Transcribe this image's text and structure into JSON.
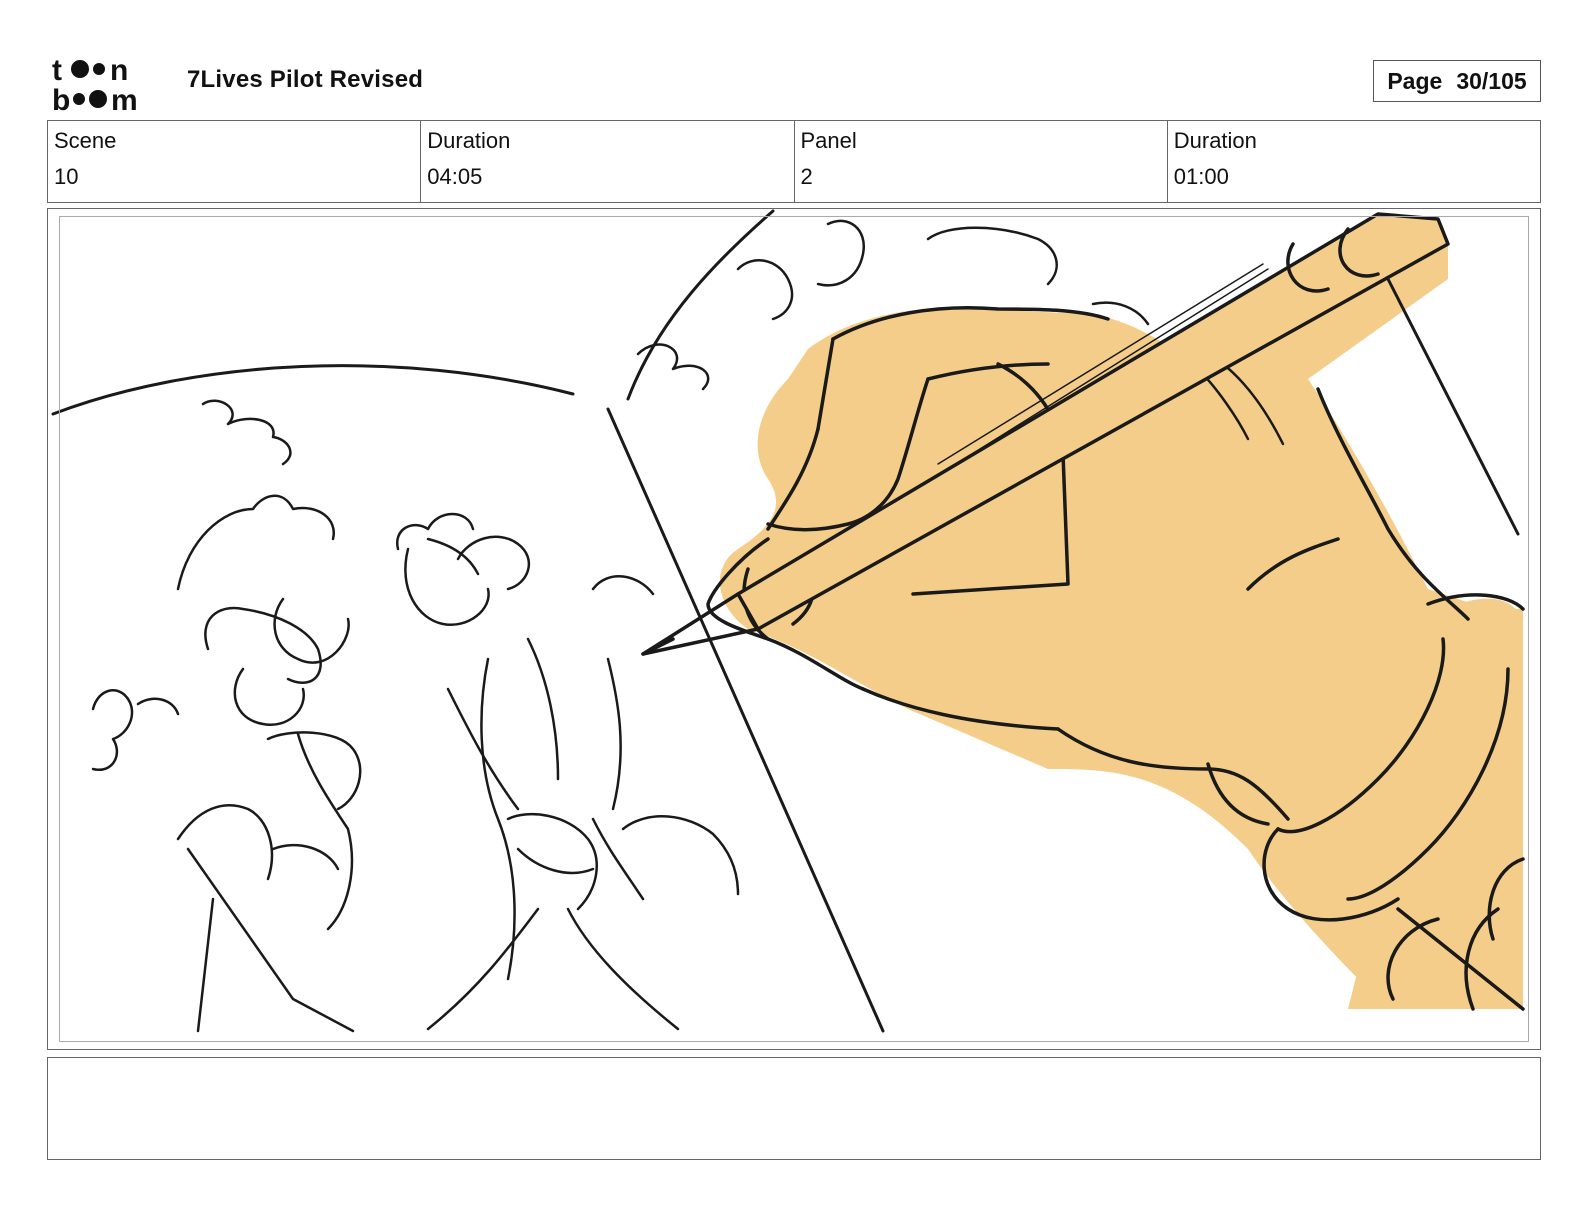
{
  "header": {
    "logo_text": "toonboom",
    "title": "7Lives Pilot Revised",
    "page_label": "Page",
    "page_number": "30/105"
  },
  "info": {
    "scene_label": "Scene",
    "scene_value": "10",
    "scene_duration_label": "Duration",
    "scene_duration_value": "04:05",
    "panel_label": "Panel",
    "panel_value": "2",
    "panel_duration_label": "Duration",
    "panel_duration_value": "01:00"
  },
  "colors": {
    "skin": "#f5cd8a",
    "ink": "#1a1a1a",
    "border": "#666666"
  },
  "notes": ""
}
